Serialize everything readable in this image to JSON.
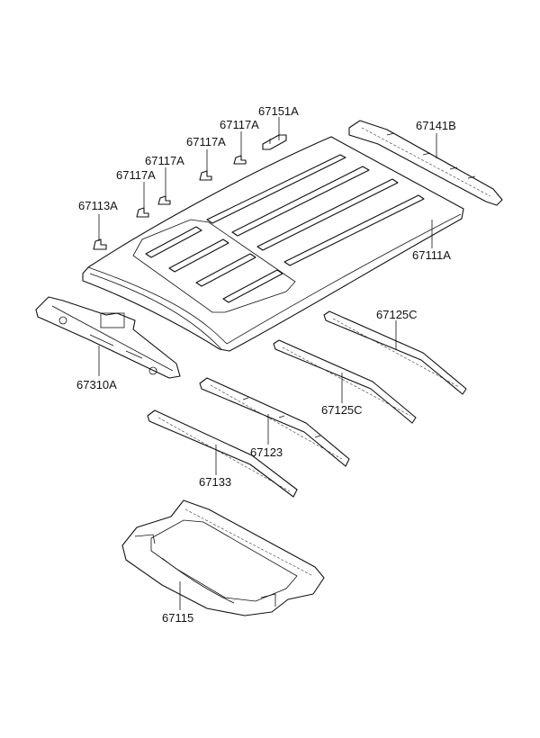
{
  "diagram": {
    "labels": {
      "p67151A": "67151A",
      "p67117A_1": "67117A",
      "p67117A_2": "67117A",
      "p67117A_3": "67117A",
      "p67117A_4": "67117A",
      "p67113A": "67113A",
      "p67141B": "67141B",
      "p67111A": "67111A",
      "p67310A": "67310A",
      "p67125C_1": "67125C",
      "p67125C_2": "67125C",
      "p67123": "67123",
      "p67133": "67133",
      "p67115": "67115"
    }
  }
}
